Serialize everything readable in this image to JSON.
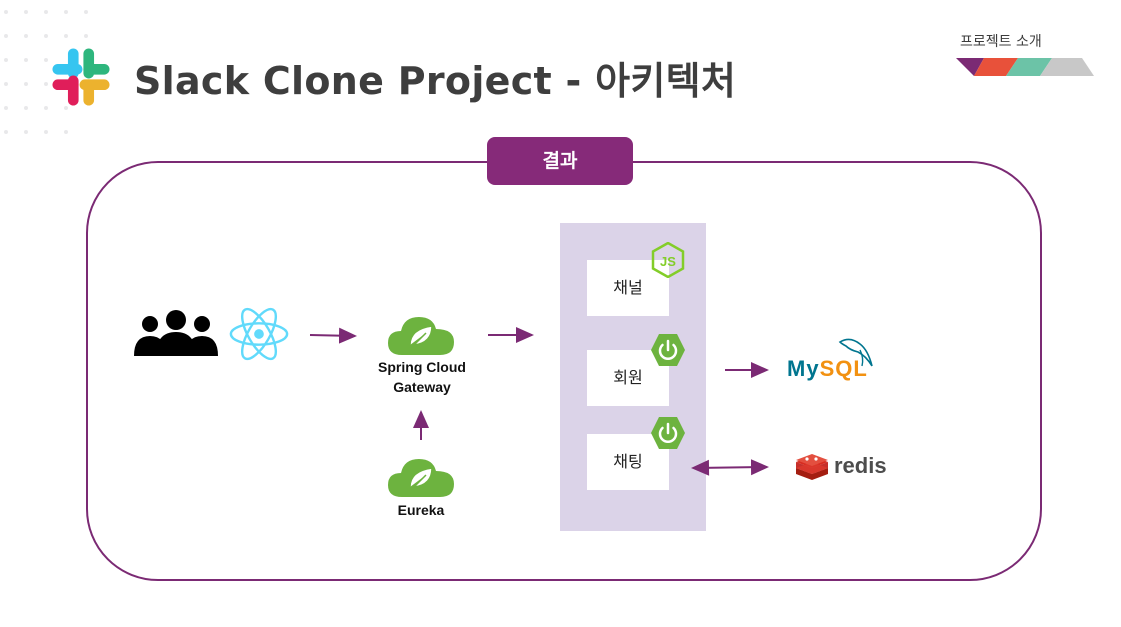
{
  "header": {
    "title": "Slack Clone Project - 아키텍처",
    "section_label": "프로젝트 소개"
  },
  "diagram": {
    "result_label": "결과",
    "gateway_label_line1": "Spring Cloud",
    "gateway_label_line2": "Gateway",
    "eureka_label": "Eureka",
    "services": [
      "채널",
      "회원",
      "채팅"
    ],
    "mysql_my": "My",
    "mysql_sql": "SQL",
    "redis_label": "redis"
  },
  "colors": {
    "accent_purple": "#862a79",
    "frame_border": "#7b2a74",
    "panel_lavender": "#dbd3e8",
    "spring_green": "#6db33f",
    "react_cyan": "#61dafb",
    "stripe_colors": [
      "#7b2a74",
      "#e8513a",
      "#6cc3a7",
      "#c8c8c8"
    ]
  },
  "icons": [
    "slack-logo-icon",
    "users-icon",
    "react-icon",
    "spring-cloud-icon",
    "nodejs-icon",
    "spring-boot-icon",
    "mysql-dolphin-icon",
    "redis-icon"
  ]
}
